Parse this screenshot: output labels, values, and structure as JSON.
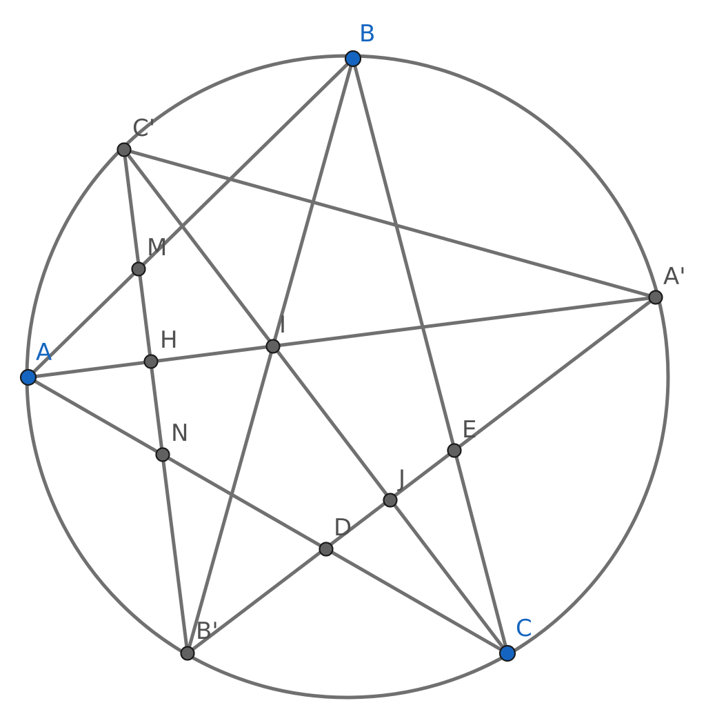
{
  "colors": {
    "line": "#707070",
    "primary_point": "#1565c0",
    "secondary_point": "#616161",
    "primary_label": "#1565c0",
    "secondary_label": "#505050"
  },
  "points": [
    {
      "id": "A",
      "label": "A",
      "kind": "primary"
    },
    {
      "id": "B",
      "label": "B",
      "kind": "primary"
    },
    {
      "id": "C",
      "label": "C",
      "kind": "primary"
    },
    {
      "id": "Ap",
      "label": "A'",
      "kind": "secondary"
    },
    {
      "id": "Bp",
      "label": "B'",
      "kind": "secondary"
    },
    {
      "id": "Cp",
      "label": "C'",
      "kind": "secondary"
    },
    {
      "id": "M",
      "label": "M",
      "kind": "secondary"
    },
    {
      "id": "H",
      "label": "H",
      "kind": "secondary"
    },
    {
      "id": "N",
      "label": "N",
      "kind": "secondary"
    },
    {
      "id": "I",
      "label": "I",
      "kind": "secondary"
    },
    {
      "id": "J",
      "label": "J",
      "kind": "secondary"
    },
    {
      "id": "D",
      "label": "D",
      "kind": "secondary"
    },
    {
      "id": "E",
      "label": "E",
      "kind": "secondary"
    }
  ],
  "segments": [
    [
      "A",
      "Ap"
    ],
    [
      "A",
      "C"
    ],
    [
      "A",
      "B"
    ],
    [
      "B",
      "Bp"
    ],
    [
      "B",
      "C"
    ],
    [
      "Cp",
      "Ap"
    ],
    [
      "Cp",
      "Bp"
    ],
    [
      "Cp",
      "C"
    ],
    [
      "Ap",
      "Bp"
    ]
  ]
}
